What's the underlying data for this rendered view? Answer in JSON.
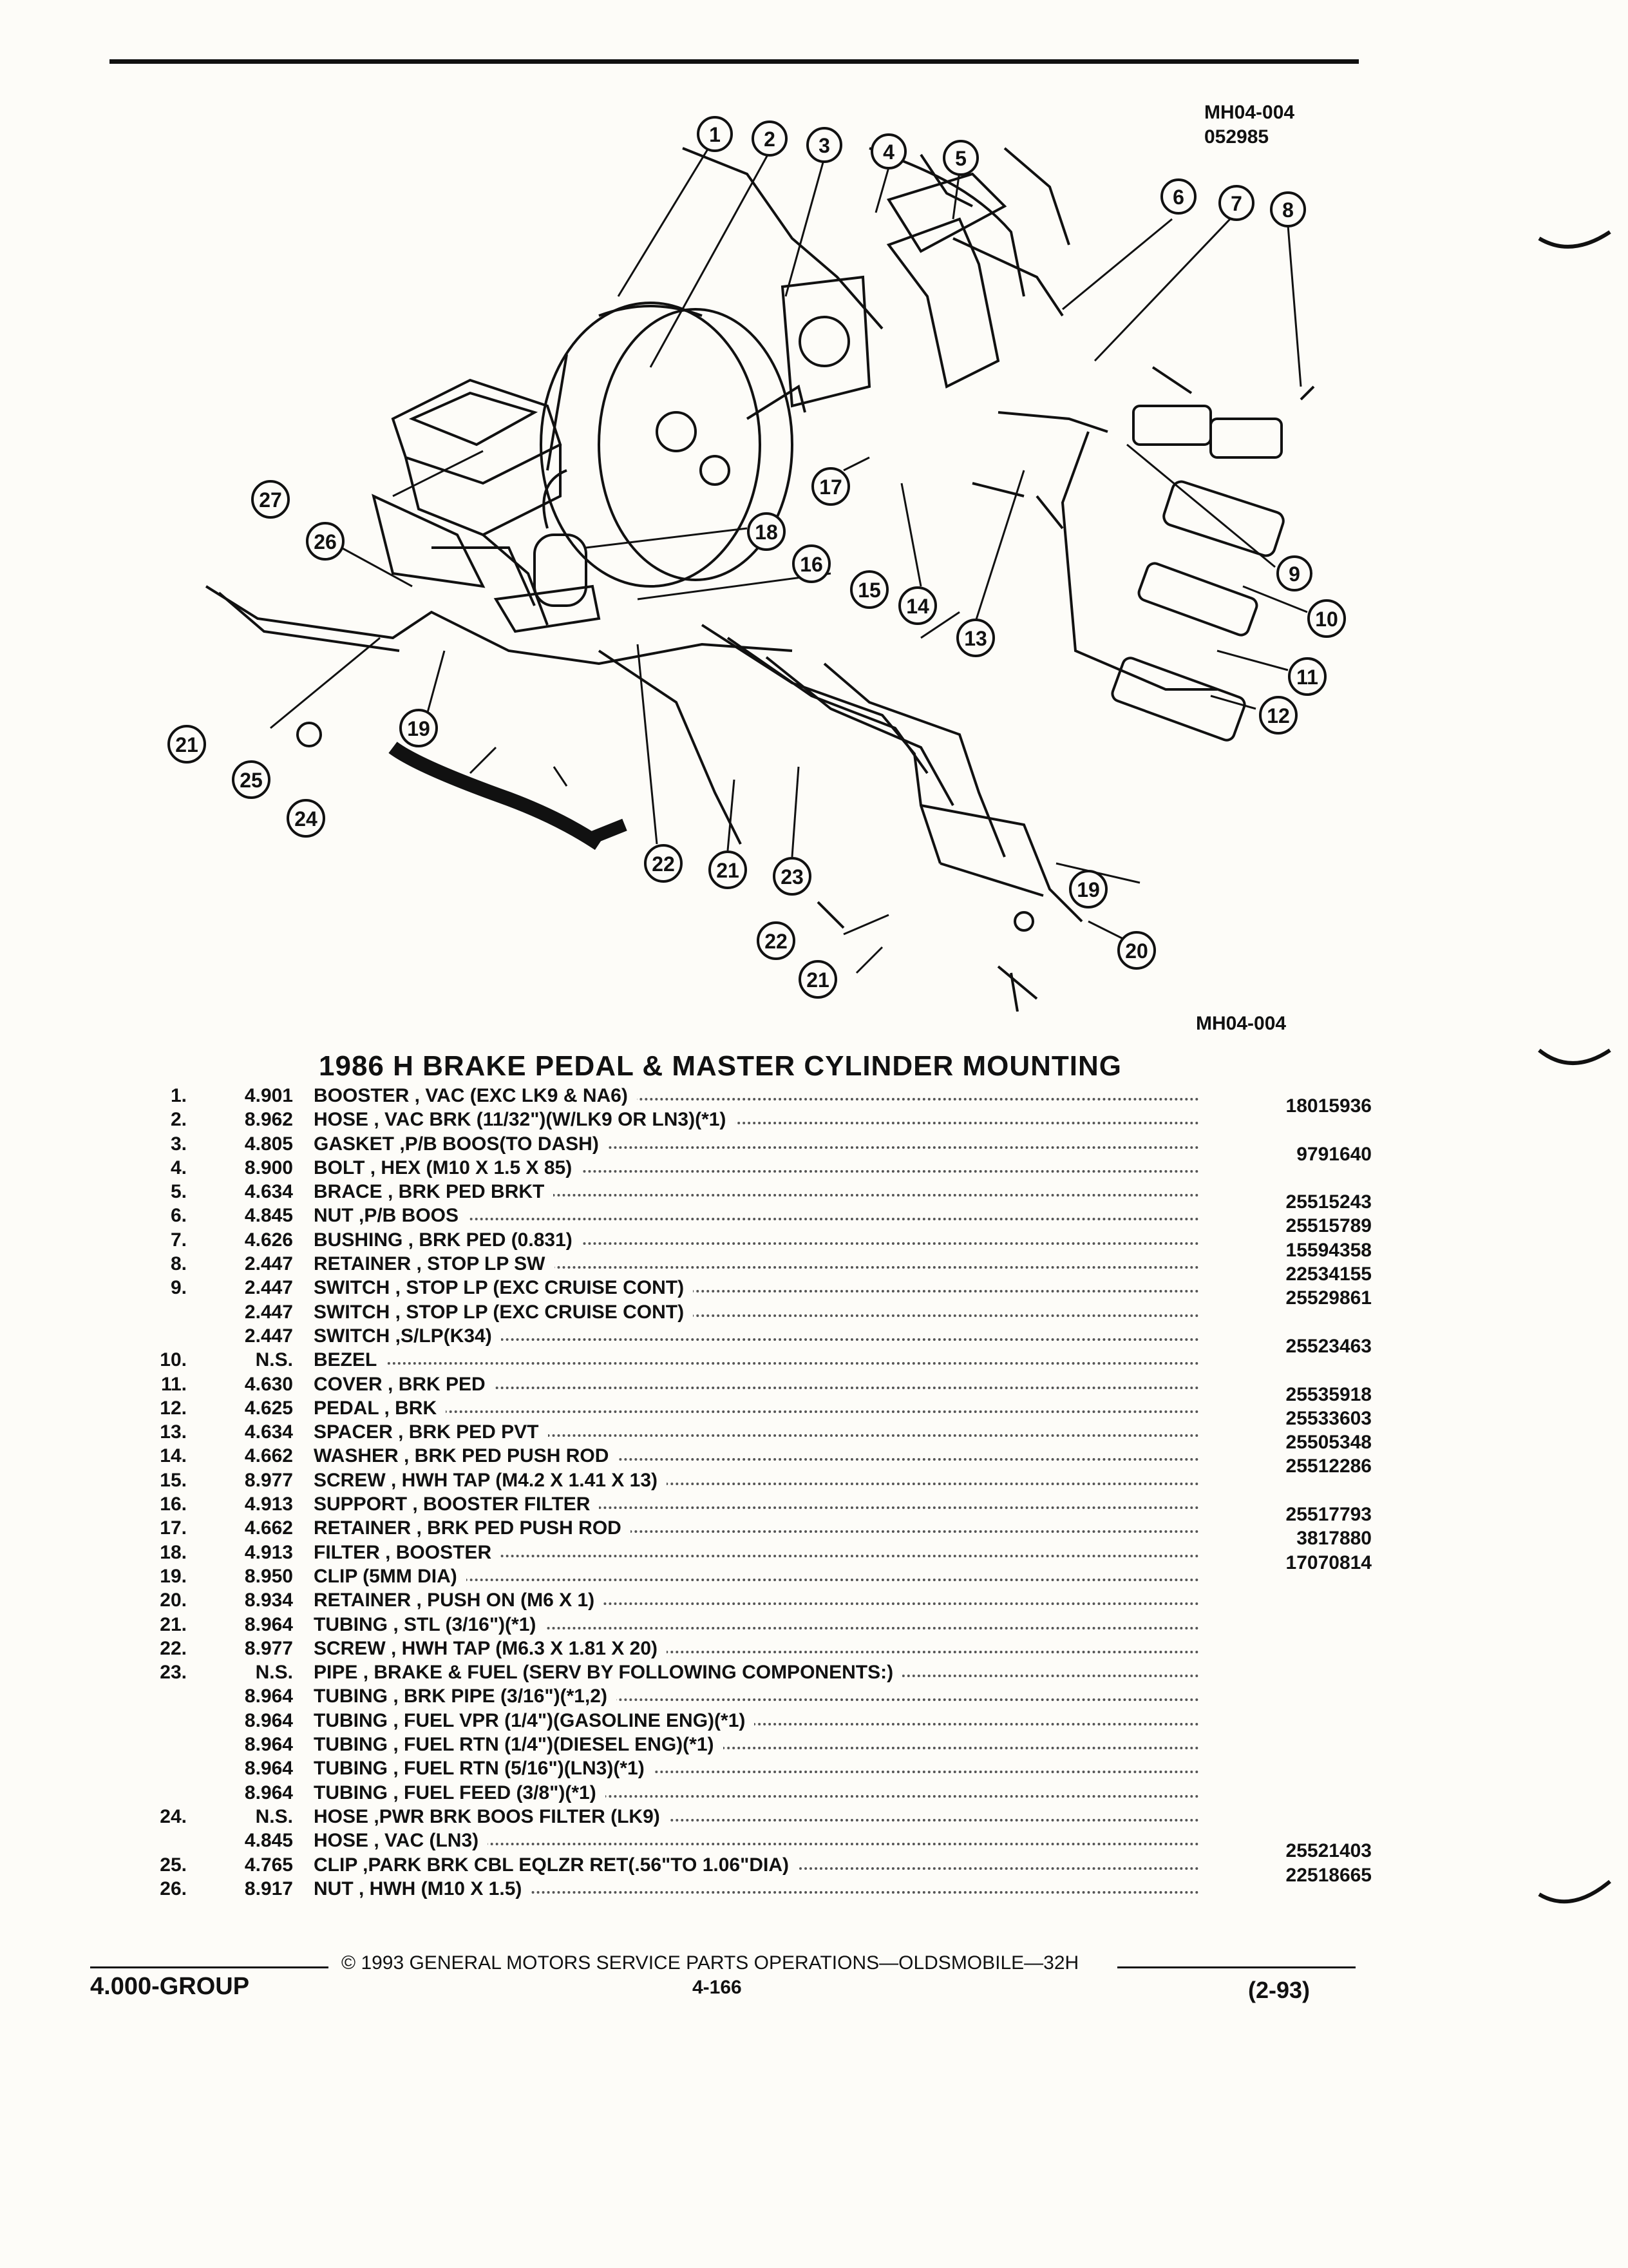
{
  "header": {
    "drawing_code": "MH04-004",
    "drawing_date": "052985"
  },
  "diagram": {
    "callouts": [
      "1",
      "2",
      "3",
      "4",
      "5",
      "6",
      "7",
      "8",
      "9",
      "10",
      "11",
      "12",
      "13",
      "14",
      "15",
      "16",
      "17",
      "18",
      "19",
      "20",
      "21",
      "22",
      "23",
      "24",
      "25",
      "26",
      "27"
    ],
    "extra_callouts": [
      "19",
      "21",
      "21",
      "22",
      "21",
      "23"
    ],
    "bottom_code": "MH04-004"
  },
  "title": "1986 H BRAKE PEDAL & MASTER CYLINDER MOUNTING",
  "parts": [
    {
      "num": "1.",
      "group": "4.901",
      "desc": "BOOSTER , VAC (EXC LK9 & NA6)",
      "pn": "18015936"
    },
    {
      "num": "2.",
      "group": "8.962",
      "desc": "HOSE , VAC BRK (11/32\")(W/LK9 OR LN3)(*1)",
      "pn": ""
    },
    {
      "num": "3.",
      "group": "4.805",
      "desc": "GASKET ,P/B BOOS(TO DASH)",
      "pn": "9791640"
    },
    {
      "num": "4.",
      "group": "8.900",
      "desc": "BOLT , HEX (M10 X 1.5 X 85)",
      "pn": ""
    },
    {
      "num": "5.",
      "group": "4.634",
      "desc": "BRACE , BRK PED BRKT",
      "pn": "25515243"
    },
    {
      "num": "6.",
      "group": "4.845",
      "desc": "NUT ,P/B BOOS",
      "pn": "25515789"
    },
    {
      "num": "7.",
      "group": "4.626",
      "desc": "BUSHING , BRK PED (0.831)",
      "pn": "15594358"
    },
    {
      "num": "8.",
      "group": "2.447",
      "desc": "RETAINER , STOP LP SW",
      "pn": "22534155"
    },
    {
      "num": "9.",
      "group": "2.447",
      "desc": "SWITCH , STOP LP (EXC CRUISE CONT)",
      "pn": "25529861"
    },
    {
      "num": "",
      "group": "2.447",
      "desc": "SWITCH , STOP LP (EXC CRUISE CONT)",
      "pn": ""
    },
    {
      "num": "",
      "group": "2.447",
      "desc": "SWITCH ,S/LP(K34)",
      "pn": "25523463"
    },
    {
      "num": "10.",
      "group": "N.S.",
      "desc": "BEZEL",
      "pn": ""
    },
    {
      "num": "11.",
      "group": "4.630",
      "desc": "COVER , BRK PED",
      "pn": "25535918"
    },
    {
      "num": "12.",
      "group": "4.625",
      "desc": "PEDAL , BRK",
      "pn": "25533603"
    },
    {
      "num": "13.",
      "group": "4.634",
      "desc": "SPACER , BRK PED PVT",
      "pn": "25505348"
    },
    {
      "num": "14.",
      "group": "4.662",
      "desc": "WASHER , BRK PED PUSH ROD",
      "pn": "25512286"
    },
    {
      "num": "15.",
      "group": "8.977",
      "desc": "SCREW , HWH TAP (M4.2 X 1.41 X 13)",
      "pn": ""
    },
    {
      "num": "16.",
      "group": "4.913",
      "desc": "SUPPORT , BOOSTER FILTER",
      "pn": "25517793"
    },
    {
      "num": "17.",
      "group": "4.662",
      "desc": "RETAINER , BRK PED PUSH ROD",
      "pn": "3817880"
    },
    {
      "num": "18.",
      "group": "4.913",
      "desc": "FILTER , BOOSTER",
      "pn": "17070814"
    },
    {
      "num": "19.",
      "group": "8.950",
      "desc": "CLIP (5MM DIA)",
      "pn": ""
    },
    {
      "num": "20.",
      "group": "8.934",
      "desc": "RETAINER , PUSH ON (M6 X 1)",
      "pn": ""
    },
    {
      "num": "21.",
      "group": "8.964",
      "desc": "TUBING , STL (3/16\")(*1)",
      "pn": ""
    },
    {
      "num": "22.",
      "group": "8.977",
      "desc": "SCREW , HWH TAP (M6.3 X 1.81 X 20)",
      "pn": ""
    },
    {
      "num": "23.",
      "group": "N.S.",
      "desc": "PIPE , BRAKE & FUEL (SERV BY FOLLOWING COMPONENTS:)",
      "pn": ""
    },
    {
      "num": "",
      "group": "8.964",
      "desc": "TUBING , BRK PIPE (3/16\")(*1,2)",
      "pn": ""
    },
    {
      "num": "",
      "group": "8.964",
      "desc": "TUBING , FUEL VPR (1/4\")(GASOLINE ENG)(*1)",
      "pn": ""
    },
    {
      "num": "",
      "group": "8.964",
      "desc": "TUBING , FUEL RTN (1/4\")(DIESEL ENG)(*1)",
      "pn": ""
    },
    {
      "num": "",
      "group": "8.964",
      "desc": "TUBING , FUEL RTN (5/16\")(LN3)(*1)",
      "pn": ""
    },
    {
      "num": "",
      "group": "8.964",
      "desc": "TUBING , FUEL FEED (3/8\")(*1)",
      "pn": ""
    },
    {
      "num": "24.",
      "group": "N.S.",
      "desc": "HOSE ,PWR BRK BOOS FILTER (LK9)",
      "pn": ""
    },
    {
      "num": "",
      "group": "4.845",
      "desc": "HOSE , VAC (LN3)",
      "pn": "25521403"
    },
    {
      "num": "25.",
      "group": "4.765",
      "desc": "CLIP ,PARK BRK CBL EQLZR RET(.56\"TO 1.06\"DIA)",
      "pn": "22518665"
    },
    {
      "num": "26.",
      "group": "8.917",
      "desc": "NUT , HWH (M10 X 1.5)",
      "pn": ""
    }
  ],
  "footer": {
    "copyright": "© 1993 GENERAL MOTORS SERVICE PARTS OPERATIONS—OLDSMOBILE—32H",
    "group": "4.000-GROUP",
    "page": "4-166",
    "revision": "(2-93)"
  }
}
